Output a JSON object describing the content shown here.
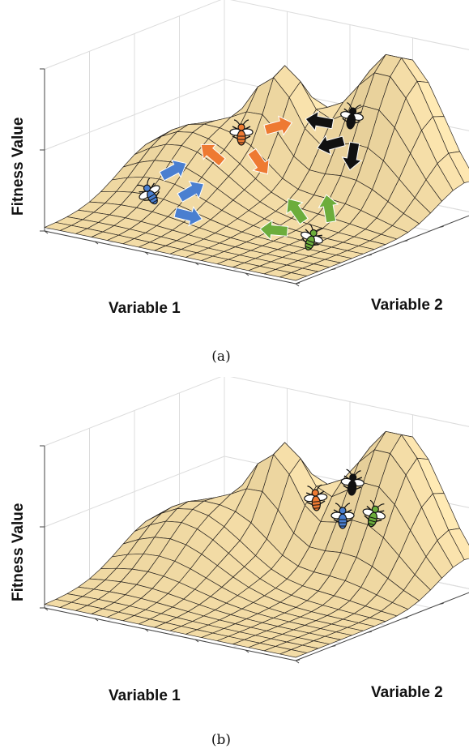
{
  "panels": [
    {
      "id": "a",
      "caption": "(a)",
      "zlabel": "Fitness Value",
      "xlabel": "Variable 1",
      "ylabel": "Variable 2",
      "bugs": [
        {
          "name": "bug-blue",
          "color": "#4a7fd0"
        },
        {
          "name": "bug-orange",
          "color": "#ee7a32"
        },
        {
          "name": "bug-black",
          "color": "#111111"
        },
        {
          "name": "bug-green",
          "color": "#6cad3c"
        }
      ],
      "arrows": [
        {
          "name": "arrow-blue-1",
          "color": "#4a7fd0"
        },
        {
          "name": "arrow-blue-2",
          "color": "#4a7fd0"
        },
        {
          "name": "arrow-blue-3",
          "color": "#4a7fd0"
        },
        {
          "name": "arrow-orange-1",
          "color": "#ee7a32"
        },
        {
          "name": "arrow-orange-2",
          "color": "#ee7a32"
        },
        {
          "name": "arrow-orange-3",
          "color": "#ee7a32"
        },
        {
          "name": "arrow-black-1",
          "color": "#111111"
        },
        {
          "name": "arrow-black-2",
          "color": "#111111"
        },
        {
          "name": "arrow-black-3",
          "color": "#111111"
        },
        {
          "name": "arrow-green-1",
          "color": "#6cad3c"
        },
        {
          "name": "arrow-green-2",
          "color": "#6cad3c"
        },
        {
          "name": "arrow-green-3",
          "color": "#6cad3c"
        }
      ]
    },
    {
      "id": "b",
      "caption": "(b)",
      "zlabel": "Fitness Value",
      "xlabel": "Variable 1",
      "ylabel": "Variable 2",
      "bugs": [
        {
          "name": "bug-orange",
          "color": "#ee7a32"
        },
        {
          "name": "bug-black",
          "color": "#111111"
        },
        {
          "name": "bug-blue",
          "color": "#4a7fd0"
        },
        {
          "name": "bug-green",
          "color": "#6cad3c"
        }
      ],
      "arrows": []
    }
  ],
  "colors": {
    "surface": "#f3dca6",
    "mesh": "#2a2520",
    "grid": "#dcdcdc"
  }
}
